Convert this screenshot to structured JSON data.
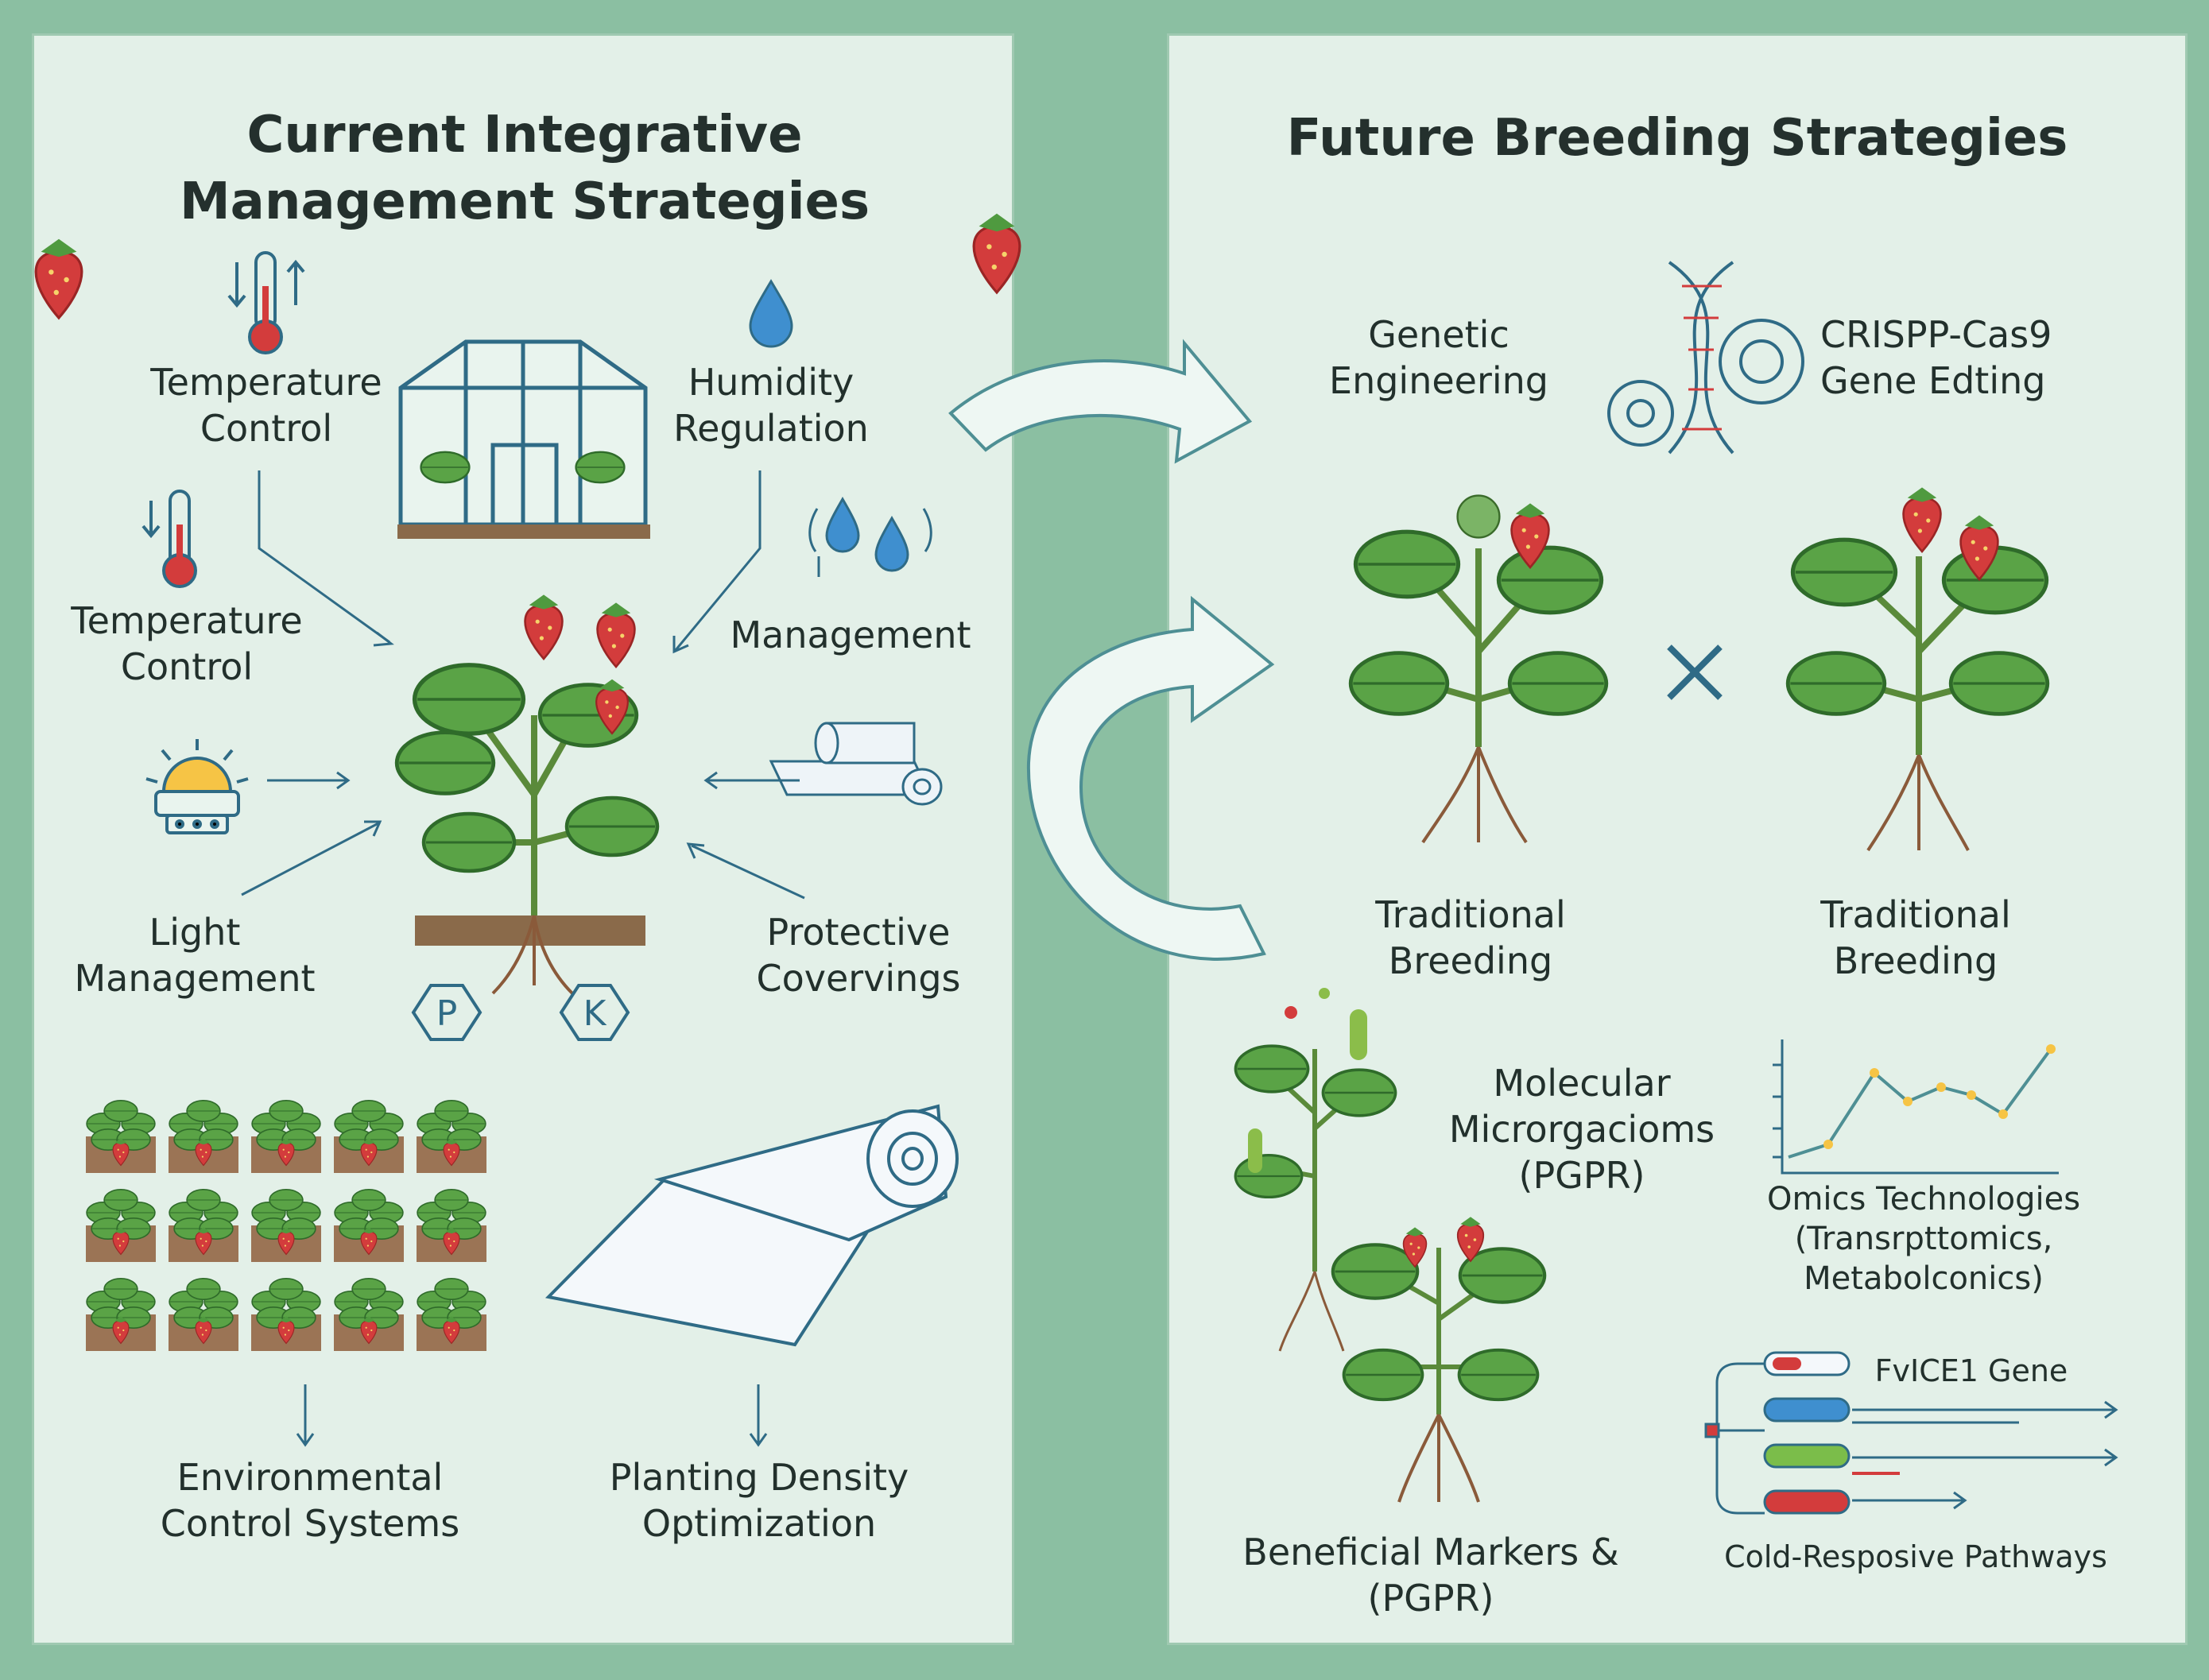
{
  "left": {
    "title_line1": "Current Integrative",
    "title_line2": "Management Strategies",
    "temp_control_a": [
      "Temperature",
      "Control"
    ],
    "humidity": [
      "Humidity",
      "Regulation"
    ],
    "temp_control_b": [
      "Temperature",
      "Control"
    ],
    "management": "Management",
    "light": [
      "Light",
      "Management"
    ],
    "protective": [
      "Protective",
      "Covervings"
    ],
    "nutrient_p": "P",
    "nutrient_k": "K",
    "env_systems": [
      "Environmental",
      "Control Systems"
    ],
    "planting": [
      "Planting Density",
      "Optimization"
    ]
  },
  "right": {
    "title": "Future Breeding Strategies",
    "genetic": [
      "Genetic",
      "Engineering"
    ],
    "crispr": [
      "CRISPP-Cas9",
      "Gene Edting"
    ],
    "cross_symbol": "×",
    "trad_left": [
      "Traditional",
      "Breeding"
    ],
    "trad_right": [
      "Traditional",
      "Breeding"
    ],
    "molecular": [
      "Molecular",
      "Microrgacioms",
      "(PGPR)"
    ],
    "omics": [
      "Omics Technologies",
      "(Transrpttomics,",
      "Metabolconics)"
    ],
    "fvice": "FvICE1 Gene",
    "beneficial": [
      "Beneficial Markers &",
      "(PGPR)"
    ],
    "cold": "Cold-Resposive Pathways"
  },
  "colors": {
    "background": "#8bbfa2",
    "panel": "#e3f0e8",
    "outline": "#2f6b86",
    "leaf": "#4f9a3f",
    "strawberry": "#d33c3c",
    "soil": "#8a6a4a"
  }
}
